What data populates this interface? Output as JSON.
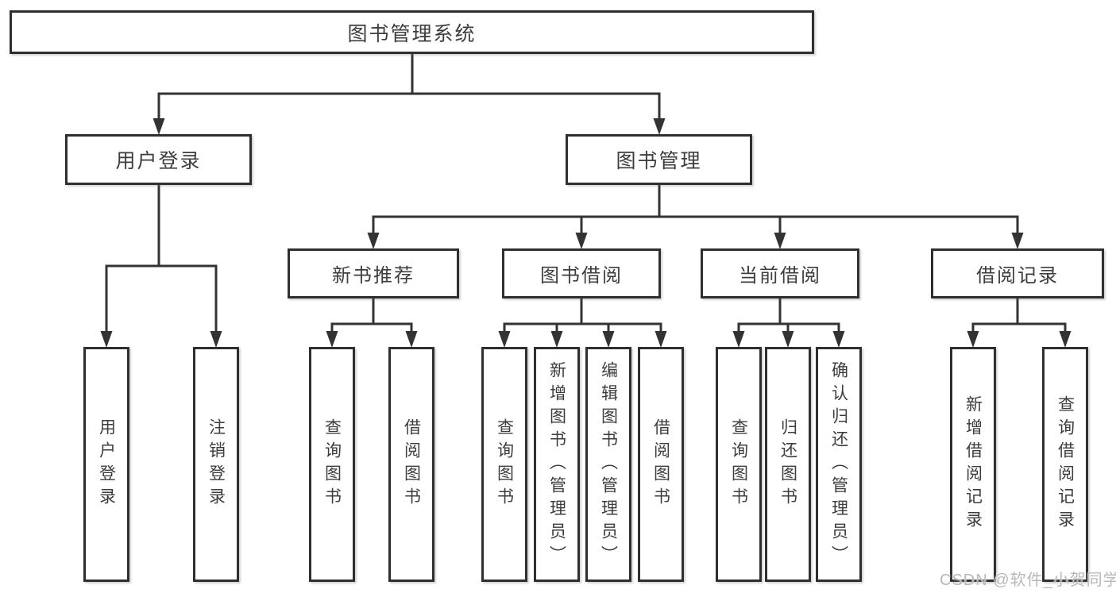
{
  "tree": {
    "root": {
      "label": "图书管理系统"
    },
    "branches": [
      {
        "label": "用户登录",
        "children": [
          {
            "label": "用户登录"
          },
          {
            "label": "注销登录"
          }
        ]
      },
      {
        "label": "图书管理",
        "children": [
          {
            "label": "新书推荐",
            "children": [
              {
                "label": "查询图书"
              },
              {
                "label": "借阅图书"
              }
            ]
          },
          {
            "label": "图书借阅",
            "children": [
              {
                "label": "查询图书"
              },
              {
                "label": "新增图书（管理员）"
              },
              {
                "label": "编辑图书（管理员）"
              },
              {
                "label": "借阅图书"
              }
            ]
          },
          {
            "label": "当前借阅",
            "children": [
              {
                "label": "查询图书"
              },
              {
                "label": "归还图书"
              },
              {
                "label": "确认归还（管理员）"
              }
            ]
          },
          {
            "label": "借阅记录",
            "children": [
              {
                "label": "新增借阅记录"
              },
              {
                "label": "查询借阅记录"
              }
            ]
          }
        ]
      }
    ]
  },
  "watermark": {
    "text": "CSDN @软件_小贺同学"
  },
  "colors": {
    "line": "#333333",
    "border": "#2f2f2f",
    "text": "#3d3d3d",
    "watermark_text": "#b8b8b8",
    "background": "#ffffff"
  }
}
